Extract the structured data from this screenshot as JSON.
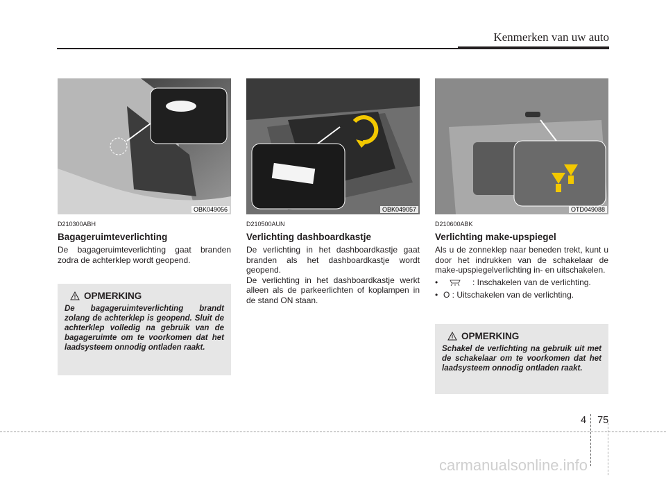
{
  "header": {
    "title": "Kenmerken van uw auto"
  },
  "photos": [
    {
      "code": "OBK049056"
    },
    {
      "code": "OBK049057"
    },
    {
      "code": "OTD049088"
    }
  ],
  "sections": [
    {
      "code": "D210300ABH",
      "title": "Bagageruimteverlichting",
      "body": "De bagageruimteverlichting gaat branden zodra de achterklep wordt geopend."
    },
    {
      "code": "D210500AUN",
      "title": "Verlichting dashboardkastje",
      "paragraphs": [
        "De verlichting in het dashboardkastje gaat branden als het dashboardkastje wordt geopend.",
        "De verlichting in het dashboardkastje werkt alleen als de parkeerlichten of koplampen in de stand ON staan."
      ]
    },
    {
      "code": "D210600ABK",
      "title": "Verlichting make-upspiegel",
      "body": "Als u de zonneklep naar beneden trekt, kunt u door het indrukken van de schakelaar de make-upspiegelverlichting in- en uitschakelen.",
      "bullets": [
        {
          "prefix": "•",
          "text": ": Inschakelen van de verlichting."
        },
        {
          "prefix": "•",
          "text": "O : Uitschakelen van de verlichting."
        }
      ]
    }
  ],
  "notes": [
    {
      "title": "OPMERKING",
      "text": "De bagageruimteverlichting brandt zolang de achterklep is geopend. Sluit de achterklep volledig na gebruik van de bagageruimte om te voorkomen dat het laadsysteem onnodig ontladen raakt."
    },
    {
      "title": "OPMERKING",
      "text": "Schakel de verlichting na gebruik uit met de schakelaar om te voorkomen dat het laadsysteem onnodig ontladen raakt."
    }
  ],
  "footer": {
    "section": "4",
    "page": "75"
  },
  "watermark": "carmanualsonline.info"
}
